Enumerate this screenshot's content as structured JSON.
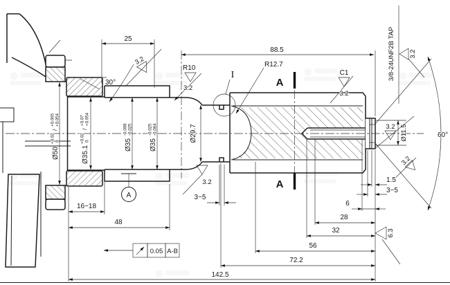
{
  "dims": {
    "d25": "25",
    "d885": "88.5",
    "a30": "30°",
    "r10": "R10",
    "r127": "R12.7",
    "c1": "C1",
    "d297": "Ø29.7",
    "d115": "Ø11.5",
    "a60": "60°",
    "thread": "3/8-24UNF2B TAP",
    "d1618": "16~18",
    "d48": "48",
    "g35": "3~5",
    "d15": "1.5",
    "d6": "6",
    "d28": "28",
    "d32": "32",
    "d56": "56",
    "d722": "72.2",
    "d1425": "142.5",
    "d50": {
      "main": "Ø50",
      "t1_top": "+0.02",
      "t1_bot": "0",
      "sep": "/",
      "t2_top": "+0.065",
      "t2_bot": "+0.054"
    },
    "d351": {
      "main": "Ø35.1",
      "t1_top": "+0.02",
      "t1_bot": "0",
      "sep": "/",
      "t2_top": "+0.07",
      "t2_bot": "+0.054"
    },
    "d35a": {
      "main": "Ø35",
      "t_top": "-0.009",
      "t_bot": "-0.025"
    },
    "d35b": {
      "main": "Ø35",
      "t_top": "-0.025",
      "t_bot": "-0.064"
    }
  },
  "finish": {
    "f32": "3.2",
    "f63": "6.3"
  },
  "gdt": {
    "runout_value": "0.05",
    "datum_ref": "A-B",
    "datum_a": "A"
  },
  "labels": {
    "section": "A",
    "detail": "I"
  }
}
